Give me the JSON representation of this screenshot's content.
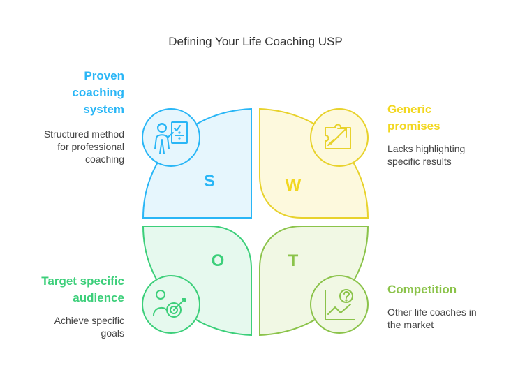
{
  "title": "Defining Your Life Coaching USP",
  "colors": {
    "s": "#29b6f6",
    "w": "#f2d71f",
    "o": "#3ccf7a",
    "t": "#8bc34a"
  },
  "quadrants": {
    "s": {
      "letter": "S",
      "heading": [
        "Proven",
        "coaching",
        "system"
      ],
      "desc": [
        "Structured method",
        "for professional",
        "coaching"
      ],
      "icon": "teacher-board-icon"
    },
    "w": {
      "letter": "W",
      "heading": [
        "Generic",
        "promises"
      ],
      "desc": [
        "Lacks highlighting",
        "specific results"
      ],
      "icon": "puzzle-arrow-icon"
    },
    "o": {
      "letter": "O",
      "heading": [
        "Target specific",
        "audience"
      ],
      "desc": [
        "Achieve specific",
        "goals"
      ],
      "icon": "person-target-icon"
    },
    "t": {
      "letter": "T",
      "heading": [
        "Competition"
      ],
      "desc": [
        "Other life coaches in",
        "the market"
      ],
      "icon": "chart-question-icon"
    }
  }
}
